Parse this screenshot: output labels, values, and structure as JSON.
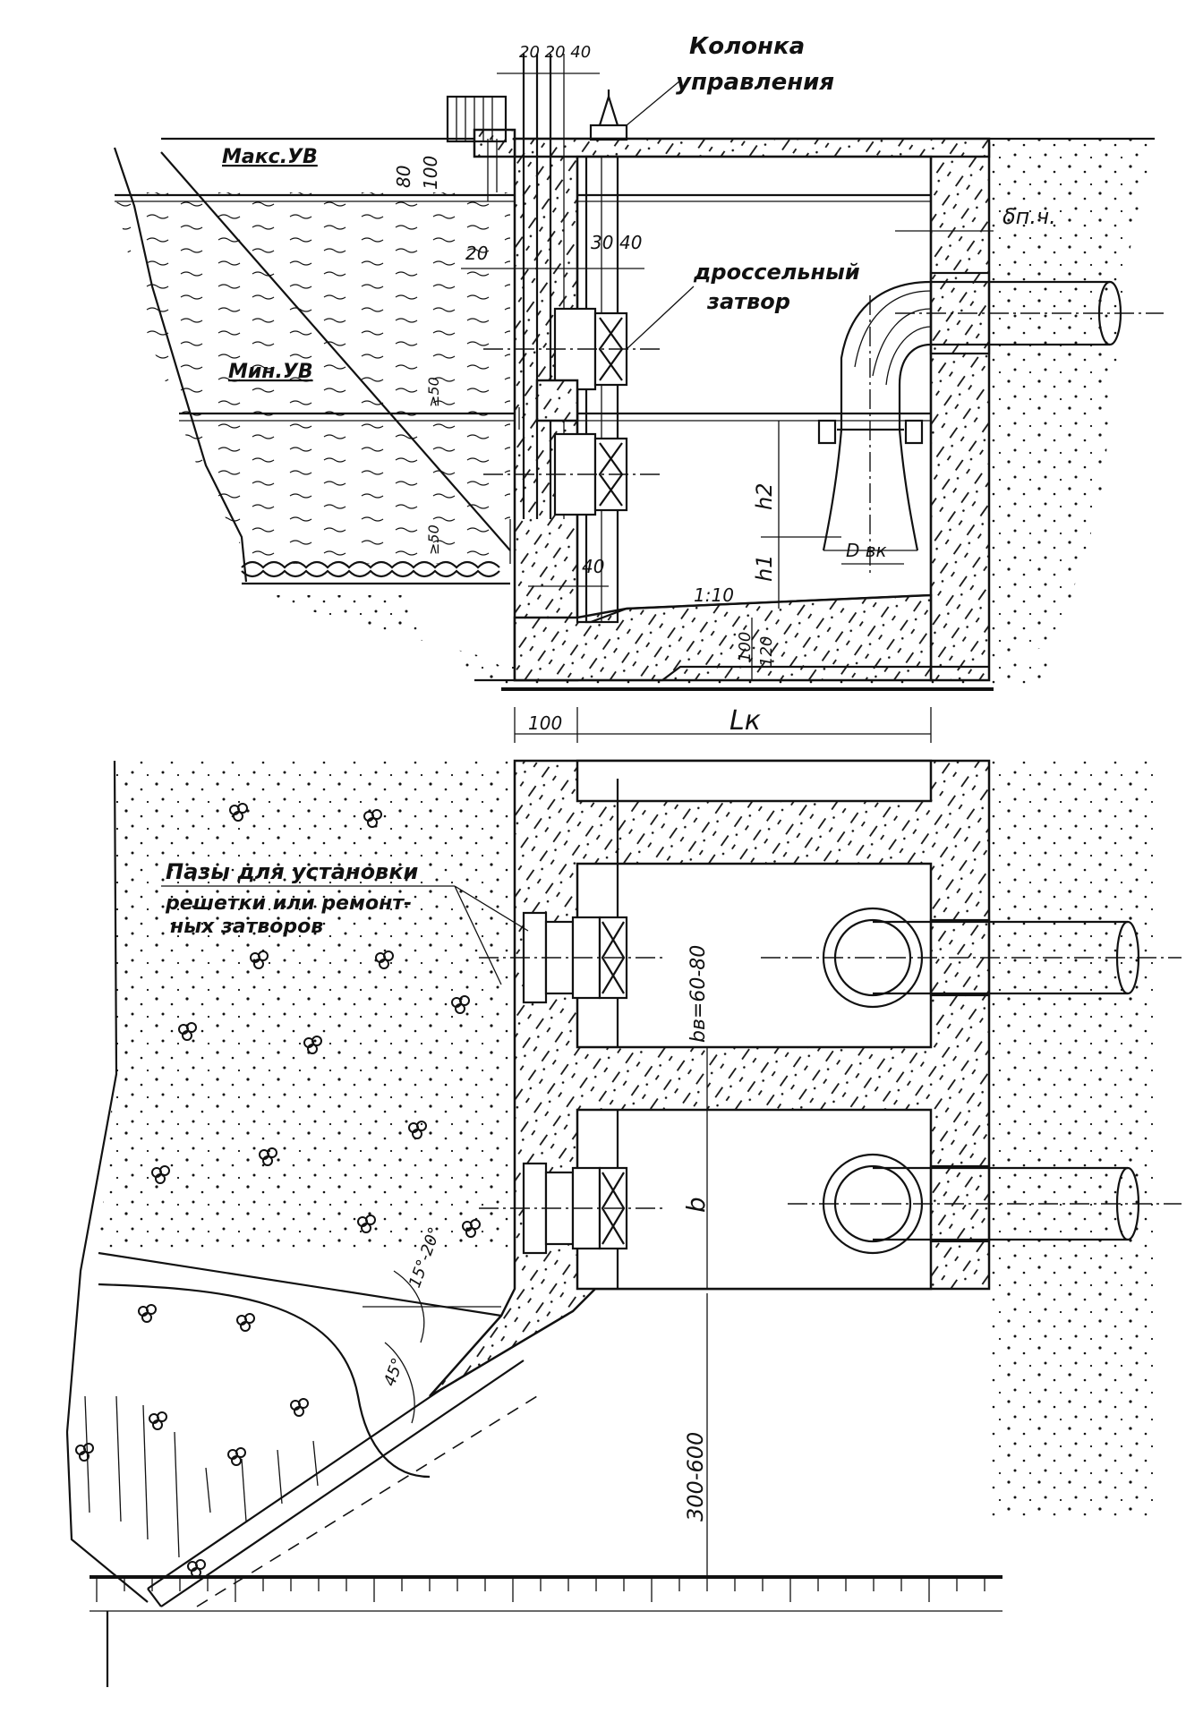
{
  "labels": {
    "control_column": [
      "Колонка",
      "управления"
    ],
    "max_level": "Макс.УВ",
    "min_level": "Мин.УВ",
    "throttle_gate": [
      "дроссельный",
      "затвор"
    ],
    "grooves": [
      "Пазы для установки",
      "решетки или ремонт-",
      "ных затворов"
    ],
    "delta_pch": "δп.ч."
  },
  "dimensions": {
    "top_spacing": "20 20 40",
    "d80": "80",
    "d100_top": "100",
    "d20": "20",
    "d30": "30",
    "d40_gate": "40",
    "ge50_upper": "≥50",
    "ge50_lower": "≥50",
    "d40_floor": "40",
    "h1": "h1",
    "h2": "h2",
    "slope": "1:10",
    "d100_floor": "100",
    "d120": "120",
    "dbk": "D вк",
    "d100_bottom": "100",
    "lk": "Lк",
    "bv": "bв=60-80",
    "b": "b",
    "angle_15_20": "15°-20°",
    "angle_45": "45°",
    "d300_600": "300-600"
  }
}
